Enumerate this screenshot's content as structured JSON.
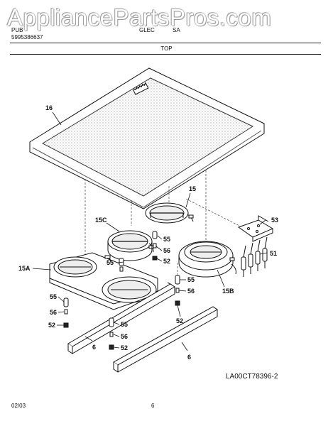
{
  "watermark": "AppliancePartsPros.com",
  "header": {
    "pub_label": "PUB",
    "pub_number": "5995386637",
    "model": "GLEC",
    "model_suffix": "SA",
    "section_title": "TOP"
  },
  "callouts": {
    "c16": "16",
    "c15": "15",
    "c15C": "15C",
    "c15A": "15A",
    "c15B": "15B",
    "c53": "53",
    "c51": "51",
    "c55a": "55",
    "c56a": "56",
    "c52a": "52",
    "c55b": "55",
    "c56b": "56",
    "c52b": "52",
    "c55c": "55",
    "c56c": "56",
    "c52c": "52",
    "c55d": "55",
    "c56d": "56",
    "c52d": "52",
    "c6a": "6",
    "c6b": "6"
  },
  "diagram_code": "LA00CT78396-2",
  "footer": {
    "date": "02/03",
    "page": "6"
  }
}
